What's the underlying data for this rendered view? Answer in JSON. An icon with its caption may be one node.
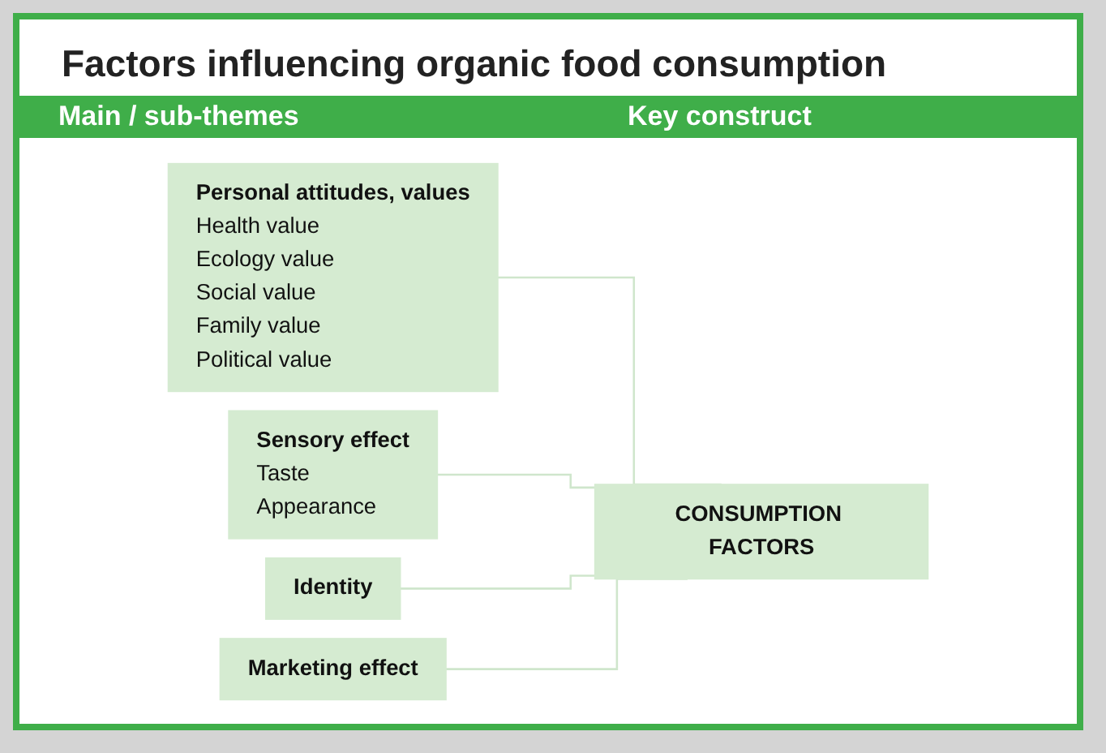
{
  "diagram": {
    "title": "Factors influencing organic food consumption",
    "nodes": [
      {
        "text": [
          "Personal attitudes, values",
          "Health value",
          "Ecology value",
          "Social value",
          "Family value",
          "Political value"
        ]
      },
      {
        "text": [
          "Sensory effect",
          "Taste",
          "Appearance"
        ]
      },
      {
        "text": [
          "Identity"
        ]
      },
      {
        "text": [
          "Marketing effect"
        ]
      },
      {
        "text": [
          "CONSUMPTION FACTORS"
        ]
      }
    ],
    "edges": [
      {
        "from": 0,
        "to": 4,
        "arrow": "none"
      },
      {
        "from": 1,
        "to": 4,
        "arrow": "none"
      },
      {
        "from": 2,
        "to": 4,
        "arrow": "none"
      },
      {
        "from": 3,
        "to": 4,
        "arrow": "none"
      }
    ],
    "labels": [
      "Main / sub-themes",
      "Key construct"
    ]
  }
}
